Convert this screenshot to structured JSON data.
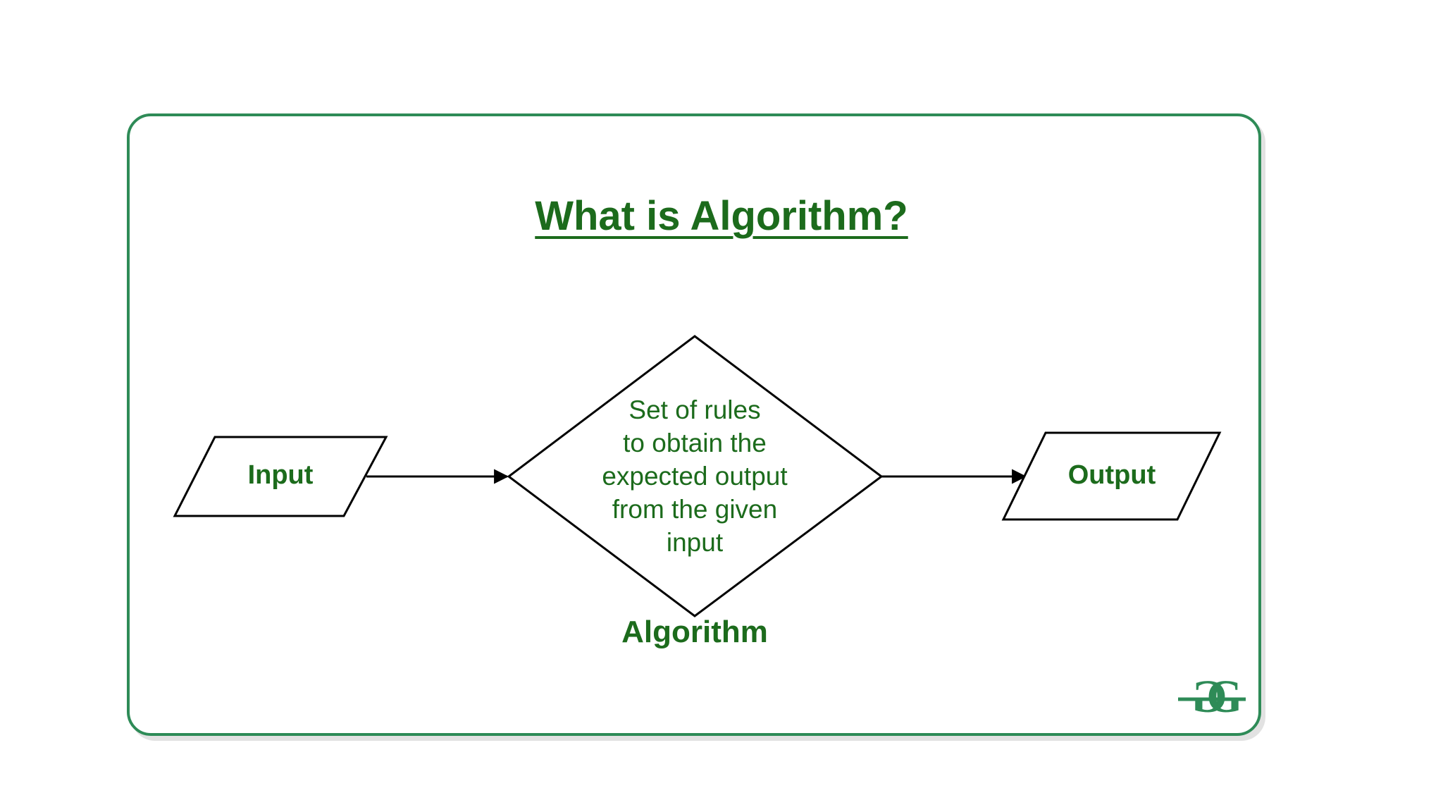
{
  "title": "What is Algorithm?",
  "nodes": {
    "input": {
      "label": "Input"
    },
    "algorithm": {
      "lines": [
        "Set of rules",
        "to obtain the",
        "expected output",
        "from the given",
        "input"
      ],
      "caption": "Algorithm"
    },
    "output": {
      "label": "Output"
    }
  },
  "edges": [
    {
      "from": "input",
      "to": "algorithm"
    },
    {
      "from": "algorithm",
      "to": "output"
    }
  ],
  "logo": {
    "text": "GG"
  },
  "colors": {
    "text_green": "#1c6b1c",
    "border_green": "#2e8b57",
    "outline": "#000000"
  }
}
